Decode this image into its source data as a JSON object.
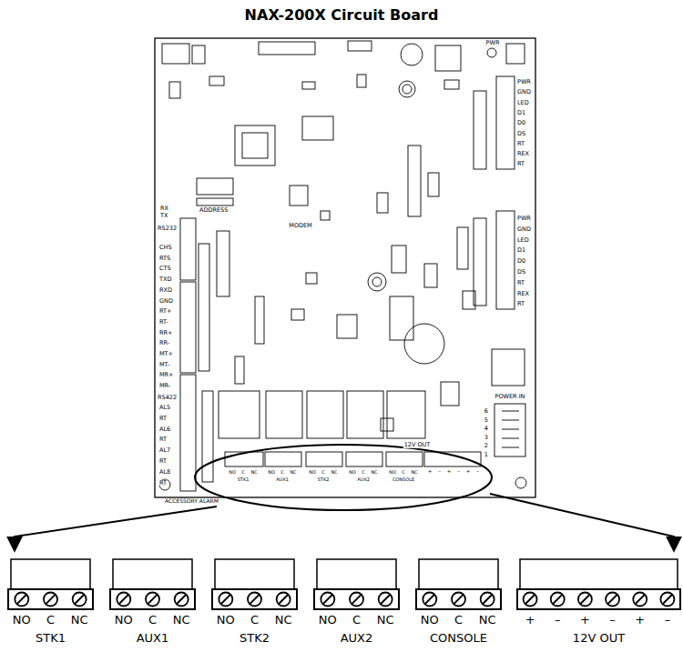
{
  "diagram": {
    "title": "NAX-200X Circuit Board",
    "nodes": [
      {
        "text": [
          "NO",
          "C",
          "NC",
          "STK1"
        ]
      },
      {
        "text": [
          "NO",
          "C",
          "NC",
          "AUX1"
        ]
      },
      {
        "text": [
          "NO",
          "C",
          "NC",
          "STK2"
        ]
      },
      {
        "text": [
          "NO",
          "C",
          "NC",
          "AUX2"
        ]
      },
      {
        "text": [
          "NO",
          "C",
          "NC",
          "CONSOLE"
        ]
      },
      {
        "text": [
          "+",
          "–",
          "+",
          "–",
          "+",
          "–",
          "12V OUT"
        ]
      }
    ],
    "labels": [
      "PWR",
      "PWR",
      "GND",
      "LED",
      "D1",
      "D0",
      "DS",
      "RT",
      "REX",
      "RT",
      "PWR",
      "GND",
      "LED",
      "D1",
      "D0",
      "DS",
      "RT",
      "REX",
      "RT",
      "ADDRESS",
      "RX",
      "TX",
      "RS232",
      "CHS",
      "RTS",
      "CTS",
      "TXD",
      "RXD",
      "GND",
      "RT+",
      "RT-",
      "RR+",
      "RR-",
      "MT+",
      "MT-",
      "MR+",
      "MR-",
      "RS422",
      "AL5",
      "RT",
      "AL6",
      "RT",
      "AL7",
      "RT",
      "AL8",
      "RT",
      "ACCESSORY ALARM",
      "MODEM",
      "POWER IN",
      "6",
      "5",
      "4",
      "3",
      "2",
      "1",
      "12V OUT",
      "NO",
      "C",
      "NC",
      "STK1",
      "NO",
      "C",
      "NC",
      "AUX1",
      "NO",
      "C",
      "NC",
      "STK2",
      "NO",
      "C",
      "NC",
      "AUX2",
      "NO",
      "C",
      "NC",
      "CONSOLE",
      "+",
      "–",
      "+",
      "–",
      "+",
      "–"
    ]
  }
}
